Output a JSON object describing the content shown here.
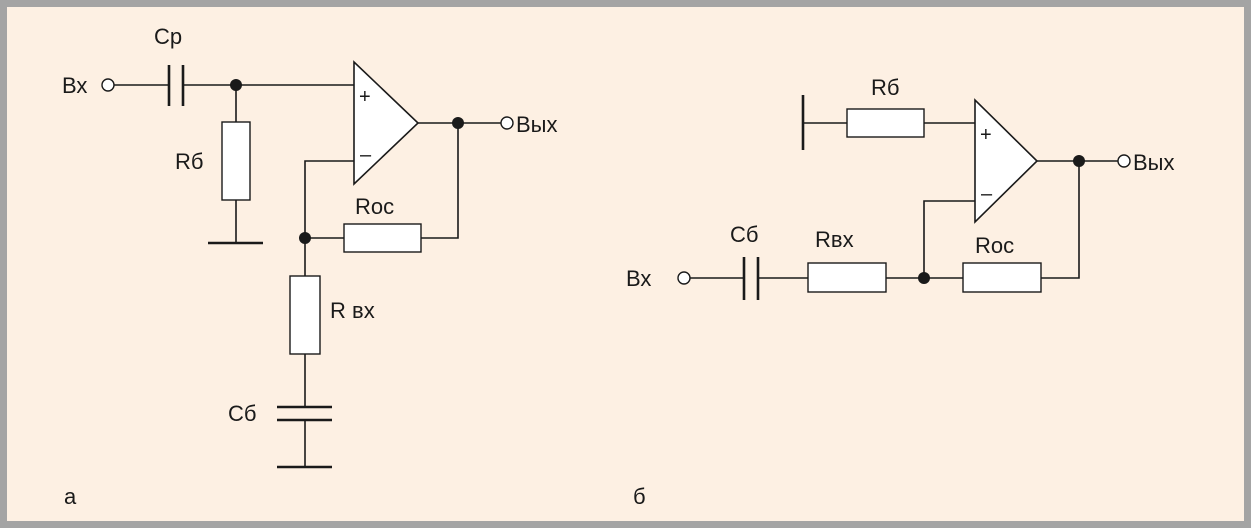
{
  "diagram_a": {
    "panel_label": "а",
    "input_label": "Вх",
    "output_label": "Вых",
    "coupling_cap_label": "Ср",
    "bias_resistor_label": "Rб",
    "feedback_resistor_label": "Rос",
    "input_resistor_label": "R вх",
    "blocking_cap_label": "Сб",
    "opamp_plus": "+",
    "opamp_minus": "–"
  },
  "diagram_b": {
    "panel_label": "б",
    "input_label": "Вх",
    "output_label": "Вых",
    "bias_resistor_label": "Rб",
    "blocking_cap_label": "Сб",
    "input_resistor_label": "Rвх",
    "feedback_resistor_label": "Rос",
    "opamp_plus": "+",
    "opamp_minus": "–"
  }
}
